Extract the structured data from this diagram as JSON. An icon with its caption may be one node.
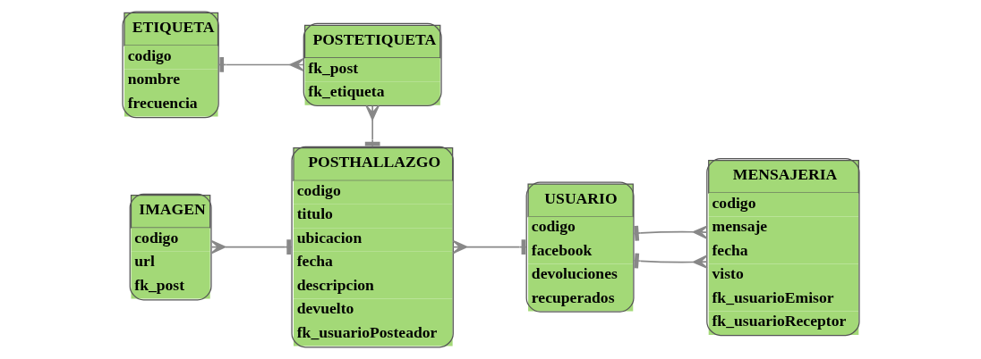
{
  "diagram": {
    "nodes": [
      {
        "text": [
          "ETIQUETA",
          "codigo",
          "nombre",
          "frecuencia"
        ]
      },
      {
        "text": [
          "POSTETIQUETA",
          "fk_post",
          "fk_etiqueta"
        ]
      },
      {
        "text": [
          "POSTHALLAZGO",
          "codigo",
          "titulo",
          "ubicacion",
          "fecha",
          "descripcion",
          "devuelto",
          "fk_usuarioPosteador"
        ]
      },
      {
        "text": [
          "USUARIO",
          "codigo",
          "facebook",
          "devoluciones",
          "recuperados"
        ]
      },
      {
        "text": [
          "MENSAJERIA",
          "codigo",
          "mensaje",
          "fecha",
          "visto",
          "fk_usuarioEmisor",
          "fk_usuarioReceptor"
        ]
      },
      {
        "text": [
          "IMAGEN",
          "codigo",
          "url",
          "fk_post"
        ]
      }
    ],
    "edges": [
      {
        "from": 0,
        "to": 1,
        "arrow": "other"
      },
      {
        "from": 1,
        "to": 2,
        "arrow": "other"
      },
      {
        "from": 5,
        "to": 2,
        "arrow": "other"
      },
      {
        "from": 2,
        "to": 3,
        "arrow": "other"
      },
      {
        "from": 3,
        "to": 4,
        "arrow": "other"
      },
      {
        "from": 3,
        "to": 4,
        "arrow": "other"
      }
    ]
  }
}
